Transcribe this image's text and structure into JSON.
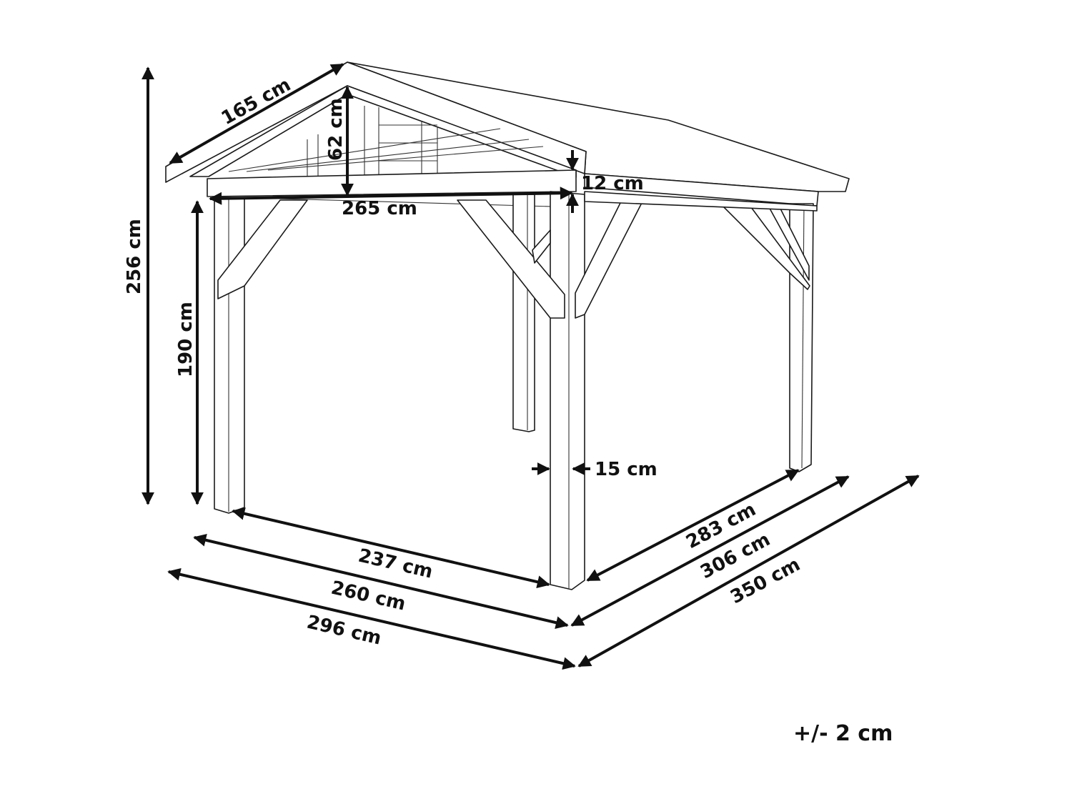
{
  "diagram": {
    "subject": "gazebo",
    "line_color": "#1a1a1a",
    "background": "#ffffff",
    "dimensions": {
      "total_height": "256 cm",
      "post_height": "190 cm",
      "roof_slope_length": "165 cm",
      "roof_peak_height": "62 cm",
      "roof_front_width": "265 cm",
      "fascia_height": "12 cm",
      "post_width": "15 cm",
      "front_inner_width": "237 cm",
      "front_outer_width": "260 cm",
      "front_roof_width": "296 cm",
      "side_inner_depth": "283 cm",
      "side_outer_depth": "306 cm",
      "side_roof_depth": "350 cm"
    },
    "tolerance": "+/- 2 cm"
  }
}
